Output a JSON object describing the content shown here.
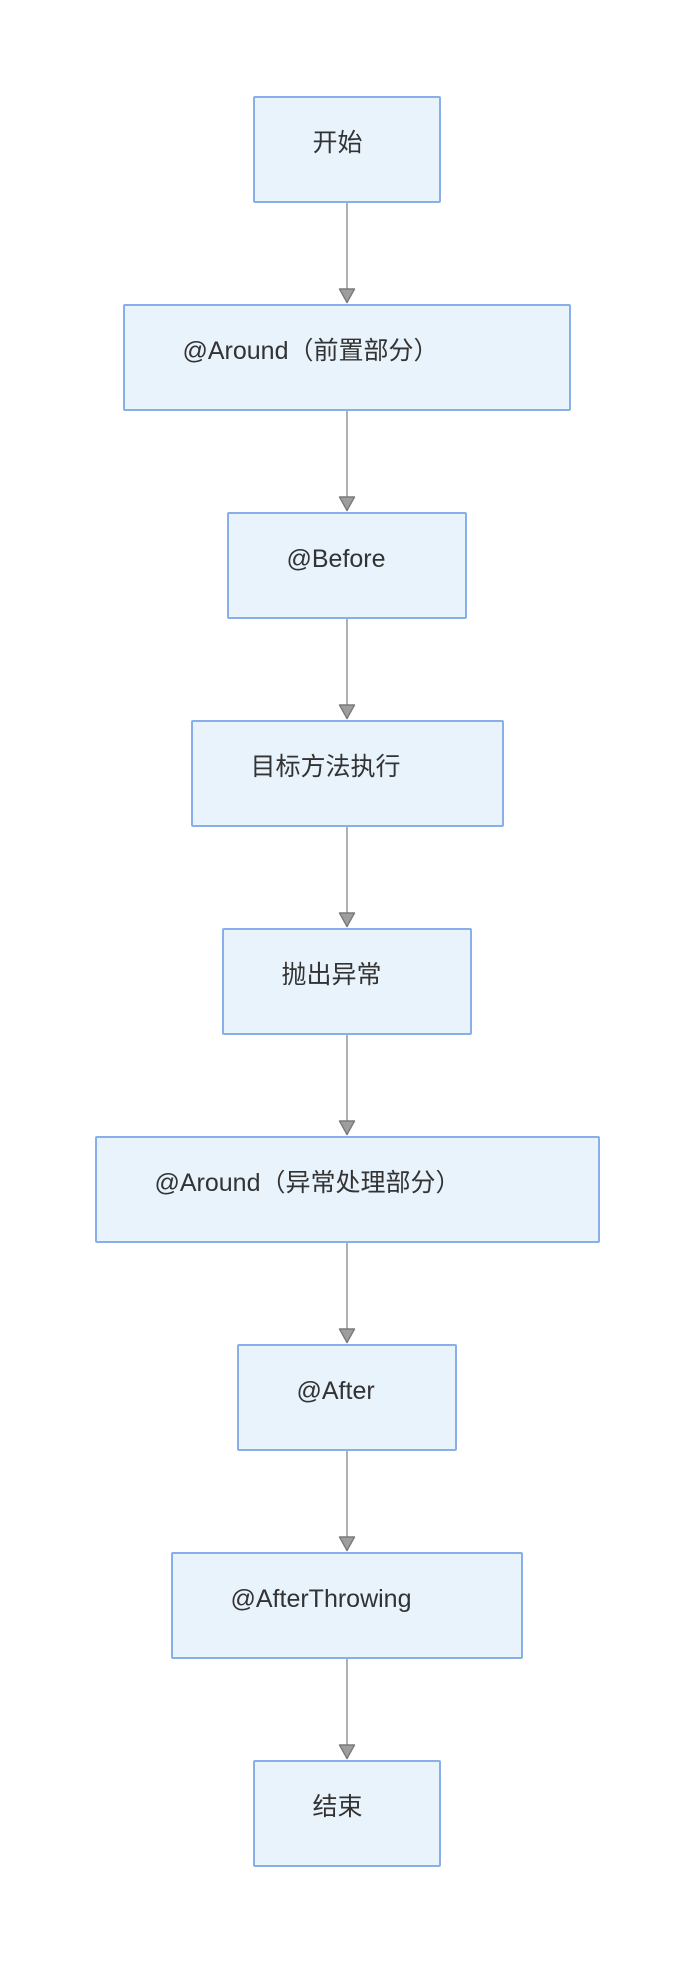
{
  "diagram": {
    "type": "flowchart",
    "direction": "top-down",
    "colors": {
      "background": "#ffffff",
      "node_fill": "#e8f3fc",
      "node_border": "#89afeb",
      "text": "#333333",
      "edge_line": "#b1b1b1",
      "arrowhead_fill": "#9e9e9e",
      "arrowhead_stroke": "#7a7a7a"
    },
    "nodes": [
      {
        "id": "start",
        "label": "开始"
      },
      {
        "id": "around_pre",
        "label": "@Around（前置部分）"
      },
      {
        "id": "before",
        "label": "@Before"
      },
      {
        "id": "target_method",
        "label": "目标方法执行"
      },
      {
        "id": "throw_exception",
        "label": "抛出异常"
      },
      {
        "id": "around_exception",
        "label": "@Around（异常处理部分）"
      },
      {
        "id": "after",
        "label": "@After"
      },
      {
        "id": "after_throwing",
        "label": "@AfterThrowing"
      },
      {
        "id": "end",
        "label": "结束"
      }
    ],
    "edges": [
      {
        "from": "start",
        "to": "around_pre"
      },
      {
        "from": "around_pre",
        "to": "before"
      },
      {
        "from": "before",
        "to": "target_method"
      },
      {
        "from": "target_method",
        "to": "throw_exception"
      },
      {
        "from": "throw_exception",
        "to": "around_exception"
      },
      {
        "from": "around_exception",
        "to": "after"
      },
      {
        "from": "after",
        "to": "after_throwing"
      },
      {
        "from": "after_throwing",
        "to": "end"
      }
    ]
  }
}
